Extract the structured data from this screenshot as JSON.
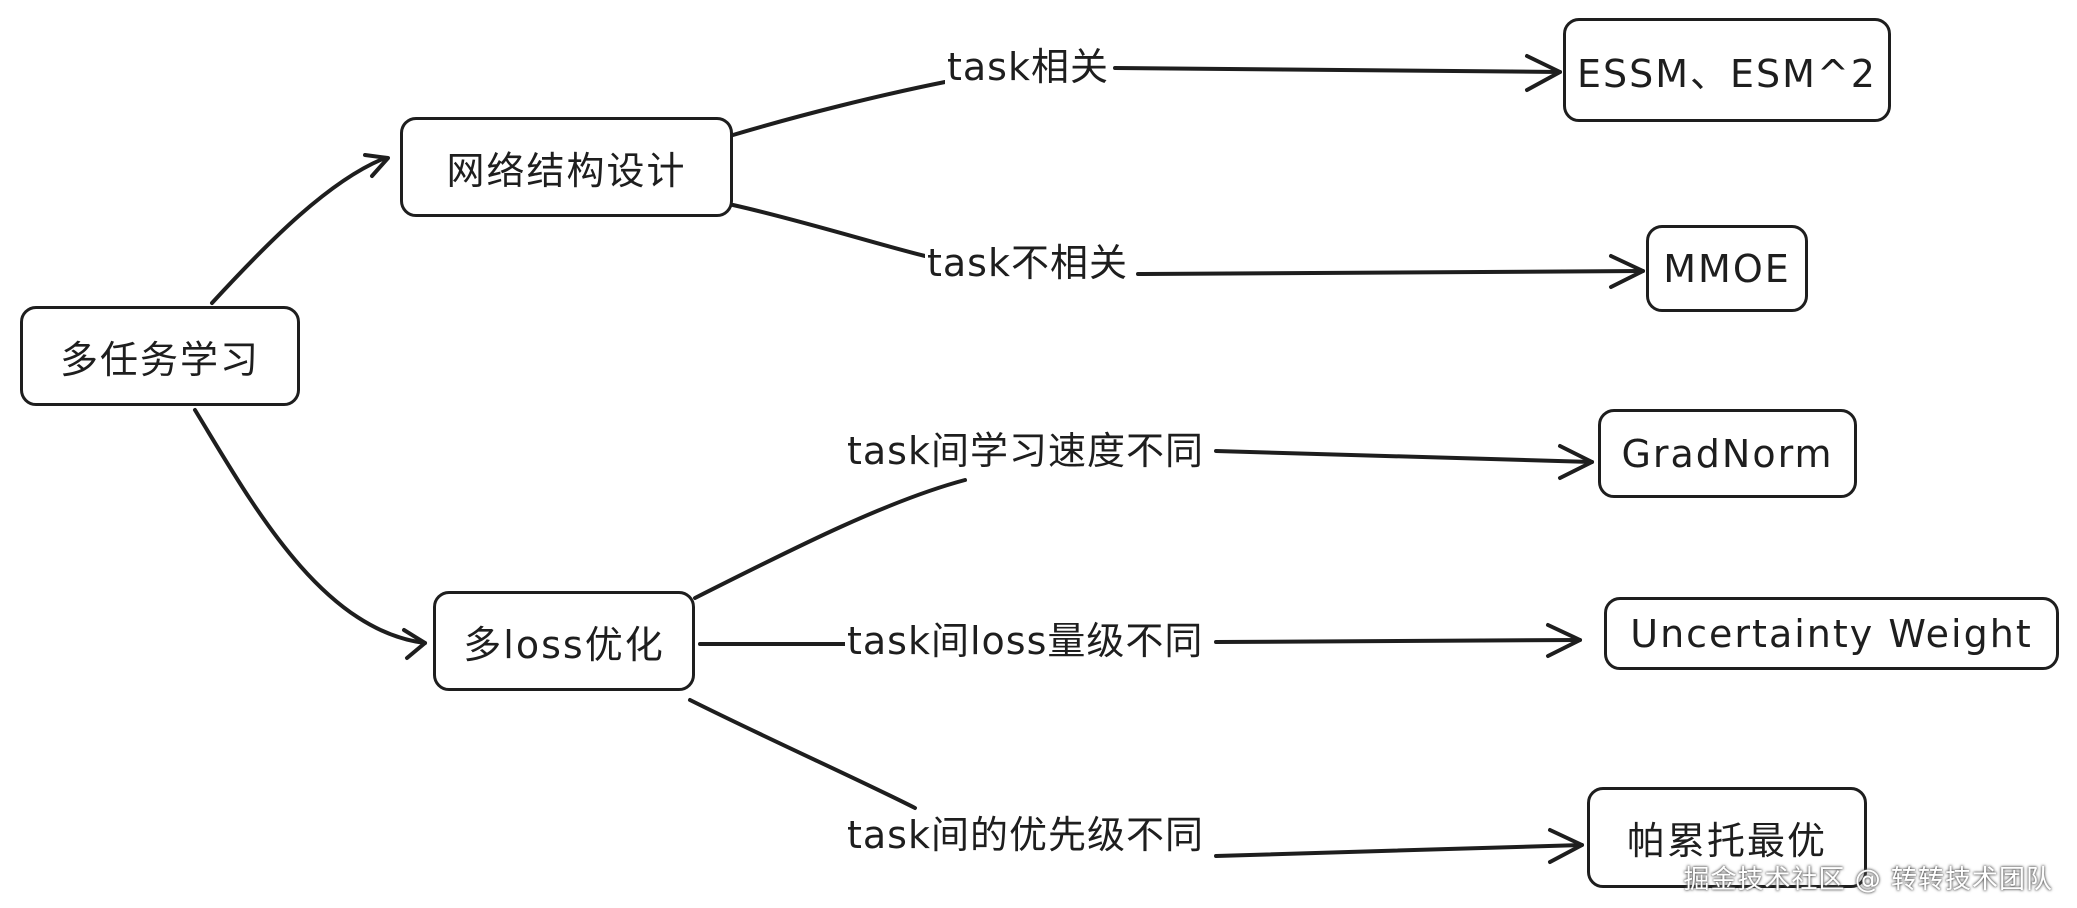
{
  "diagram": {
    "root": "多任务学习",
    "branches": [
      {
        "label": "网络结构设计",
        "children": [
          {
            "edge": "task相关",
            "target": "ESSM、ESM^2"
          },
          {
            "edge": "task不相关",
            "target": "MMOE"
          }
        ]
      },
      {
        "label": "多loss优化",
        "children": [
          {
            "edge": "task间学习速度不同",
            "target": "GradNorm"
          },
          {
            "edge": "task间loss量级不同",
            "target": "Uncertainty Weight"
          },
          {
            "edge": "task间的优先级不同",
            "target": "帕累托最优"
          }
        ]
      }
    ]
  },
  "watermark": "掘金技术社区 @ 转转技术团队",
  "colors": {
    "stroke": "#1e1e1e",
    "background": "#ffffff"
  }
}
